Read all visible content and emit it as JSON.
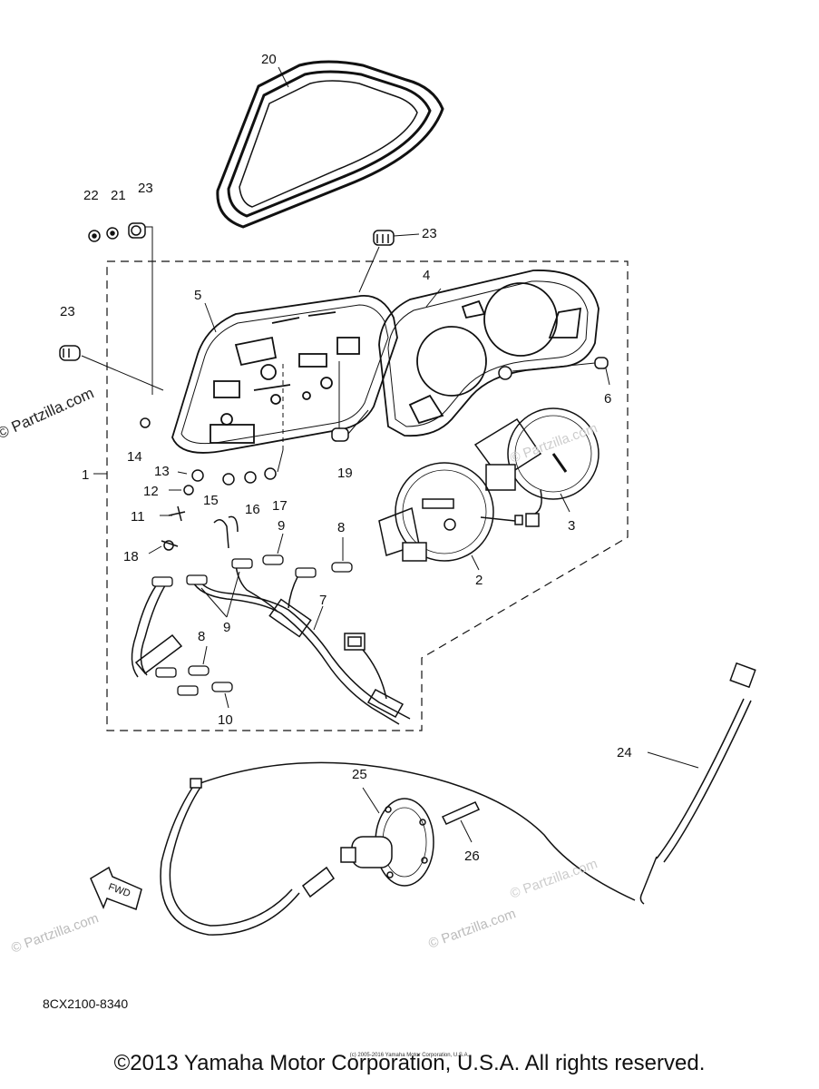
{
  "watermark": "© Partzilla.com",
  "diagram_code": "8CX2100-8340",
  "copyright": "©2013 Yamaha Motor Corporation, U.S.A. All rights reserved.",
  "small_copyright": "(c) 2005-2016 Yamaha Motor Corporation, U.S.A.",
  "fwd_label": "FWD",
  "callouts": {
    "c20": "20",
    "c22": "22",
    "c21": "21",
    "c23a": "23",
    "c23b": "23",
    "c23c": "23",
    "c4": "4",
    "c5": "5",
    "c6": "6",
    "c14": "14",
    "c1": "1",
    "c13": "13",
    "c12": "12",
    "c15": "15",
    "c16": "16",
    "c17": "17",
    "c19": "19",
    "c3": "3",
    "c11": "11",
    "c9a": "9",
    "c8a": "8",
    "c18": "18",
    "c2": "2",
    "c9b": "9",
    "c7": "7",
    "c8b": "8",
    "c10": "10",
    "c24": "24",
    "c25": "25",
    "c26": "26"
  }
}
